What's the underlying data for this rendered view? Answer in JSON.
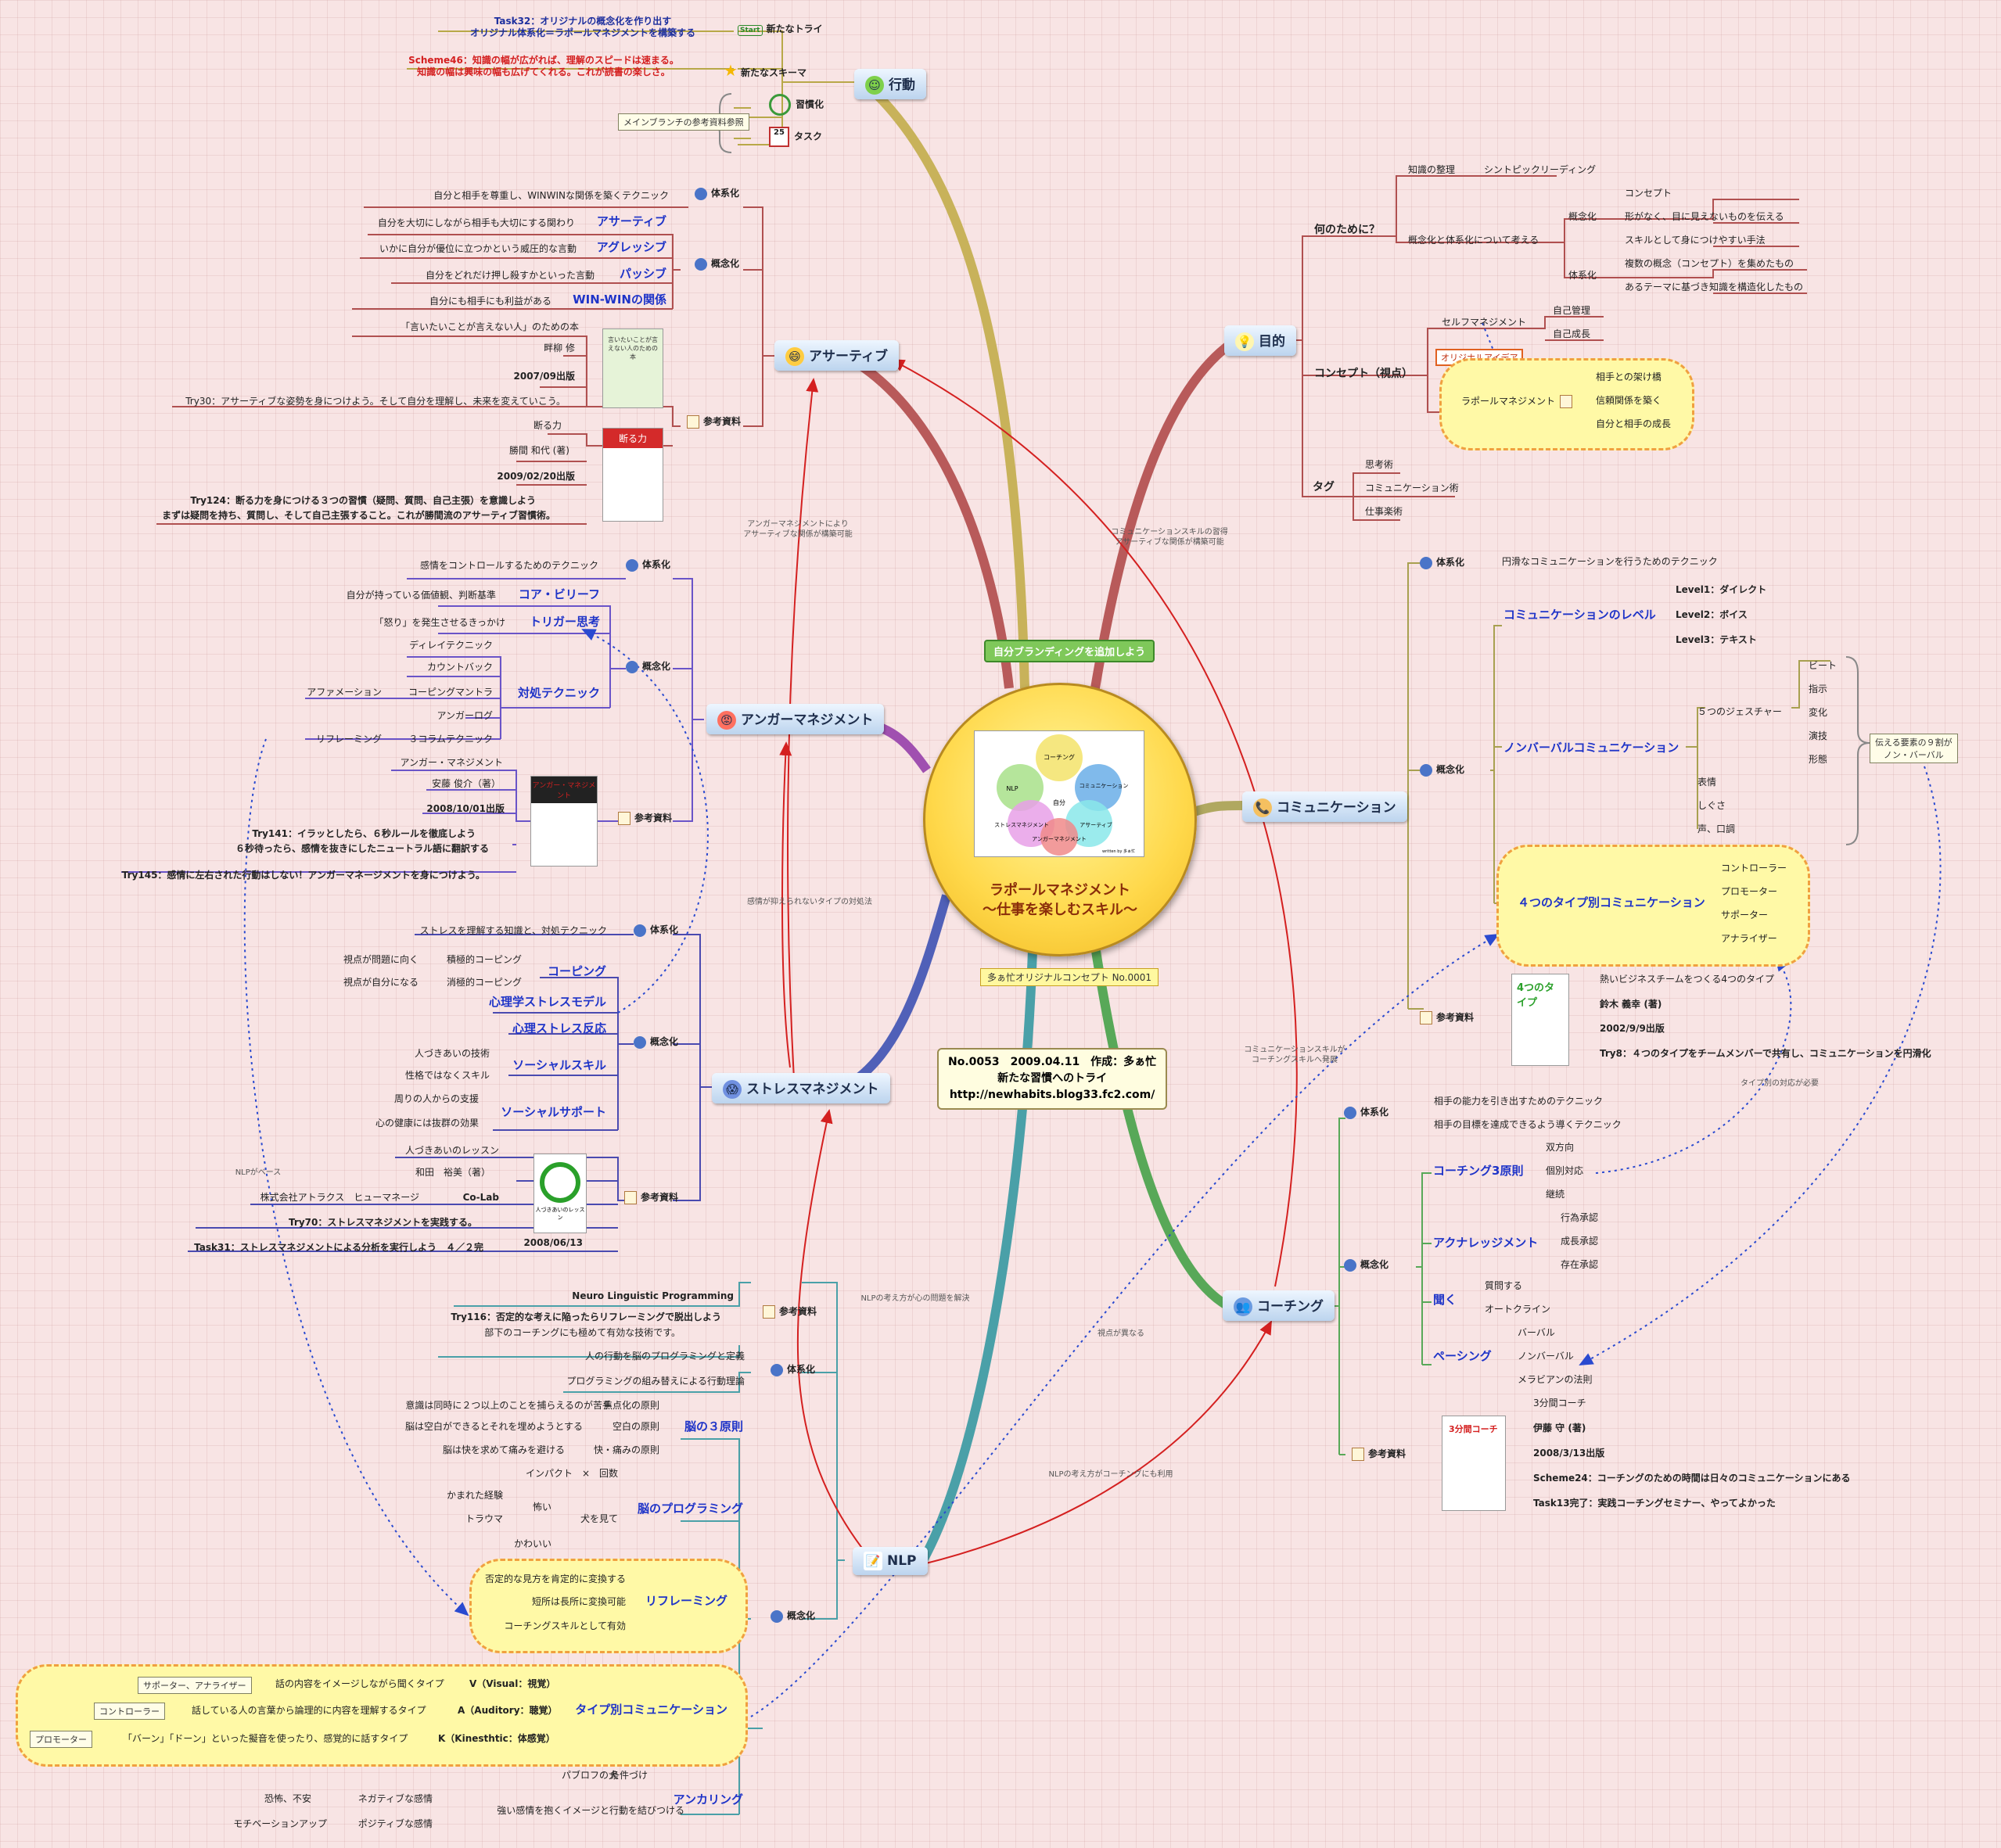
{
  "center": {
    "title_line1": "ラポールマネジメント",
    "title_line2": "〜仕事を楽しむスキル〜",
    "venn": [
      "コーチング",
      "NLP",
      "コミュニケーション",
      "自分",
      "ストレスマネジメント",
      "アサーティブ",
      "アンガーマネジメント"
    ],
    "venn_note": "written by 多ぁ忙",
    "top_tag": "自分ブランディングを追加しよう",
    "bottom_tag": "多ぁ忙オリジナルコンセプト No.0001"
  },
  "info": {
    "line1": "No.0053　2009.04.11　作成：多ぁ忙",
    "line2": "新たな習慣へのトライ",
    "line3": "http://newhabits.blog33.fc2.com/"
  },
  "koudou": {
    "label": "行動",
    "try_label": "新たなトライ",
    "try_text1": "Task32：オリジナルの概念化を作り出す",
    "try_text2": "オリジナル体系化＝ラポールマネジメントを構築する",
    "schema_label": "新たなスキーマ",
    "schema_text1": "Scheme46：知識の幅が広がれば、理解のスピードは速まる。",
    "schema_text2": "知識の幅は興味の幅も広げてくれる。これが読書の楽しさ。",
    "habit": "習慣化",
    "task": "タスク",
    "ref_note": "メインブランチの参考資料参照"
  },
  "mokuteki": {
    "label": "目的",
    "why": "何のために？",
    "chishiki": "知識の整理",
    "syntopic": "シントピックリーディング",
    "gainen_taikei": "概念化と体系化について考える",
    "gainenka": "概念化",
    "concept": "コンセプト",
    "concept1": "形がなく、目に見えないものを伝える",
    "concept2": "スキルとして身につけやすい手法",
    "taikeika": "体系化",
    "taikei1": "複数の概念（コンセプト）を集めたもの",
    "taikei2": "あるテーマに基づき知識を構造化したもの",
    "concept_view": "コンセプト（視点）",
    "self_mgmt": "セルフマネジメント",
    "self1": "自己管理",
    "self2": "自己成長",
    "original": "オリジナルアイデア",
    "rapport": "ラポールマネジメント",
    "rapport1": "相手との架け橋",
    "rapport2": "信頼関係を築く",
    "rapport3": "自分と相手の成長",
    "tag": "タグ",
    "tag1": "思考術",
    "tag2": "コミュニケーション術",
    "tag3": "仕事楽術"
  },
  "assertive": {
    "label": "アサーティブ",
    "taikei": "体系化",
    "taikei_text": "自分と相手を尊重し、WINWINな関係を築くテクニック",
    "gainen": "概念化",
    "items": [
      {
        "desc": "自分を大切にしながら相手も大切にする関わり",
        "key": "アサーティブ"
      },
      {
        "desc": "いかに自分が優位に立つかという威圧的な言動",
        "key": "アグレッシブ"
      },
      {
        "desc": "自分をどれだけ押し殺すかといった言動",
        "key": "パッシブ"
      },
      {
        "desc": "自分にも相手にも利益がある",
        "key": "WIN-WINの関係"
      }
    ],
    "ref": "参考資料",
    "book1_title": "「言いたいことが言えない人」のための本",
    "book1_author": "畔柳 修",
    "book1_date": "2007/09出版",
    "book1_try": "Try30：アサーティブな姿勢を身につけよう。そして自分を理解し、未来を変えていこう。",
    "book2_title": "断る力",
    "book2_author": "勝間 和代 (著)",
    "book2_date": "2009/02/20出版",
    "book2_try1": "Try124：断る力を身につける３つの習慣（疑問、質問、自己主張）を意識しよう",
    "book2_try2": "まずは疑問を持ち、質問し、そして自己主張すること。これが勝間流のアサーティブ習慣術。",
    "cover1_text": "言いたいことが言えない人のための本",
    "cover2_text": "断る力"
  },
  "anger": {
    "label": "アンガーマネジメント",
    "taikei": "体系化",
    "taikei_text": "感情をコントロールするためのテクニック",
    "gainen": "概念化",
    "core_desc": "自分が持っている価値観、判断基準",
    "core": "コア・ビリーフ",
    "trigger_desc": "「怒り」を発生させるきっかけ",
    "trigger": "トリガー思考",
    "taisho": "対処テクニック",
    "t1": "ディレイテクニック",
    "t2": "カウントバック",
    "t3a": "アファメーション",
    "t3": "コーピングマントラ",
    "t4": "アンガーログ",
    "t5a": "リフレーミング",
    "t5": "３コラムテクニック",
    "ref": "参考資料",
    "book_title": "アンガー・マネジメント",
    "book_author": "安藤 俊介（著）",
    "book_date": "2008/10/01出版",
    "try1a": "Try141：イラッとしたら、６秒ルールを徹底しよう",
    "try1b": "６秒待ったら、感情を抜きにしたニュートラル語に翻訳する",
    "try2": "Try145：感情に左右された行動はしない！アンガーマネージメントを身につけよう。",
    "cover_text": "アンガー・マネジメント"
  },
  "stress": {
    "label": "ストレスマネジメント",
    "taikei": "体系化",
    "taikei_text": "ストレスを理解する知識と、対処テクニック",
    "gainen": "概念化",
    "coping": "コーピング",
    "c1a": "視点が問題に向く",
    "c1": "積極的コーピング",
    "c2a": "視点が自分になる",
    "c2": "消極的コーピング",
    "model": "心理学ストレスモデル",
    "reaction": "心理ストレス反応",
    "social_skill": "ソーシャルスキル",
    "s1": "人づきあいの技術",
    "s2": "性格ではなくスキル",
    "social_support": "ソーシャルサポート",
    "ss1": "周りの人からの支援",
    "ss2": "心の健康には抜群の効果",
    "ref": "参考資料",
    "book_title": "人づきあいのレッスン",
    "book_author": "和田　裕美（著）",
    "book_pub": "株式会社アトラクス　ヒューマネージ",
    "book_colab": "Co-Lab",
    "try70": "Try70：ストレスマネジメントを実践する。",
    "task31": "Task31：ストレスマネジメントによる分析を実行しよう　４／２完",
    "book_date": "2008/06/13",
    "cover_text": "人づきあいのレッスン"
  },
  "nlp": {
    "label": "NLP",
    "ref": "参考資料",
    "nlp_full": "Neuro Linguistic Programming",
    "try116a": "Try116：否定的な考えに陥ったらリフレーミングで脱出しよう",
    "try116b": "部下のコーチングにも極めて有効な技術です。",
    "taikei": "体系化",
    "taikei1": "人の行動を脳のプログラミングと定義",
    "taikei2": "プログラミングの組み替えによる行動理論",
    "gainen": "概念化",
    "brain3": "脳の３原則",
    "b1a": "意識は同時に２つ以上のことを捕らえるのが苦手",
    "b1": "焦点化の原則",
    "b2a": "脳は空白ができるとそれを埋めようとする",
    "b2": "空白の原則",
    "b3a": "脳は快を求めて痛みを避ける",
    "b3": "快・痛みの原則",
    "prog": "脳のプログラミング",
    "p1": "インパクト　×　回数",
    "p2a": "かまれた経験",
    "p2b": "トラウマ",
    "p2": "怖い",
    "p3": "かわいい",
    "p4": "犬を見て",
    "reframe": "リフレーミング",
    "r1": "否定的な見方を肯定的に変換する",
    "r2": "短所は長所に変換可能",
    "r3": "コーチングスキルとして有効",
    "typecom": "タイプ別コミュニケーション",
    "v_box": "サポーター、アナライザー",
    "v_desc": "話の内容をイメージしながら聞くタイプ",
    "v": "V（Visual：視覚）",
    "a_box": "コントローラー",
    "a_desc": "話している人の言葉から論理的に内容を理解するタイプ",
    "a": "A（Auditory：聴覚）",
    "k_box": "プロモーター",
    "k_desc": "「バーン」「ドーン」といった擬音を使ったり、感覚的に話すタイプ",
    "k": "K（Kinesthtic：体感覚）",
    "anchor": "アンカリング",
    "an1a": "パブロフの犬",
    "an1": "条件づけ",
    "an2": "強い感情を抱くイメージと行動を結びつける",
    "an3a": "恐怖、不安",
    "an3": "ネガティブな感情",
    "an4a": "モチベーションアップ",
    "an4": "ポジティブな感情"
  },
  "communication": {
    "label": "コミュニケーション",
    "taikei": "体系化",
    "taikei_text": "円滑なコミュニケーションを行うためのテクニック",
    "gainen": "概念化",
    "level": "コミュニケーションのレベル",
    "lv1": "Level1：ダイレクト",
    "lv2": "Level2：ボイス",
    "lv3": "Level3：テキスト",
    "nonverbal": "ノンバーバルコミュニケーション",
    "gesture": "５つのジェスチャー",
    "g": [
      "ビート",
      "指示",
      "変化",
      "演技",
      "形態"
    ],
    "n1": "表情",
    "n2": "しぐさ",
    "n3": "声、口調",
    "brace_note1": "伝える要素の９割が",
    "brace_note2": "ノン・バーバル",
    "type4": "４つのタイプ別コミュニケーション",
    "types": [
      "コントローラー",
      "プロモーター",
      "サポーター",
      "アナライザー"
    ],
    "ref": "参考資料",
    "book_title": "熱いビジネスチームをつくる4つのタイプ",
    "book_author": "鈴木 義幸 (著)",
    "book_date": "2002/9/9出版",
    "try8": "Try8：４つのタイプをチームメンバーで共有し、コミュニケーションを円滑化",
    "cover_text": "4つのタイプ"
  },
  "coaching": {
    "label": "コーチング",
    "taikei": "体系化",
    "taikei1": "相手の能力を引き出すためのテクニック",
    "taikei2": "相手の目標を達成できるよう導くテクニック",
    "gainen": "概念化",
    "three": "コーチング3原則",
    "t1": "双方向",
    "t2": "個別対応",
    "t3": "継続",
    "ack": "アクナレッジメント",
    "a1": "行為承認",
    "a2": "成長承認",
    "a3": "存在承認",
    "listen": "聞く",
    "l1": "質問する",
    "l2": "オートクライン",
    "pacing": "ペーシング",
    "p1": "バーバル",
    "p2": "ノンバーバル",
    "p3": "メラビアンの法則",
    "ref": "参考資料",
    "book_title": "3分間コーチ",
    "book_author": "伊藤 守 (著)",
    "book_date": "2008/3/13出版",
    "scheme24": "Scheme24：コーチングのための時間は日々のコミュニケーションにある",
    "task13": "Task13完了：実践コーチングセミナー、やってよかった",
    "cover_text": "3分間コーチ"
  },
  "relations": {
    "r1a": "アンガーマネジメントにより",
    "r1b": "アサーティブな関係が構築可能",
    "r2a": "コミュニケーションスキルの習得",
    "r2b": "アサーティブな関係が構築可能",
    "r3": "感情が抑えられないタイプの対処法",
    "r4": "NLPの考え方が心の問題を解決",
    "r5": "NLPの考え方がコーチングにも利用",
    "r6": "視点が異なる",
    "r7a": "コミュニケーションスキルが",
    "r7b": "コーチングスキルへ発展",
    "r8": "タイプ別の対応が必要",
    "r9": "NLPがベース"
  }
}
